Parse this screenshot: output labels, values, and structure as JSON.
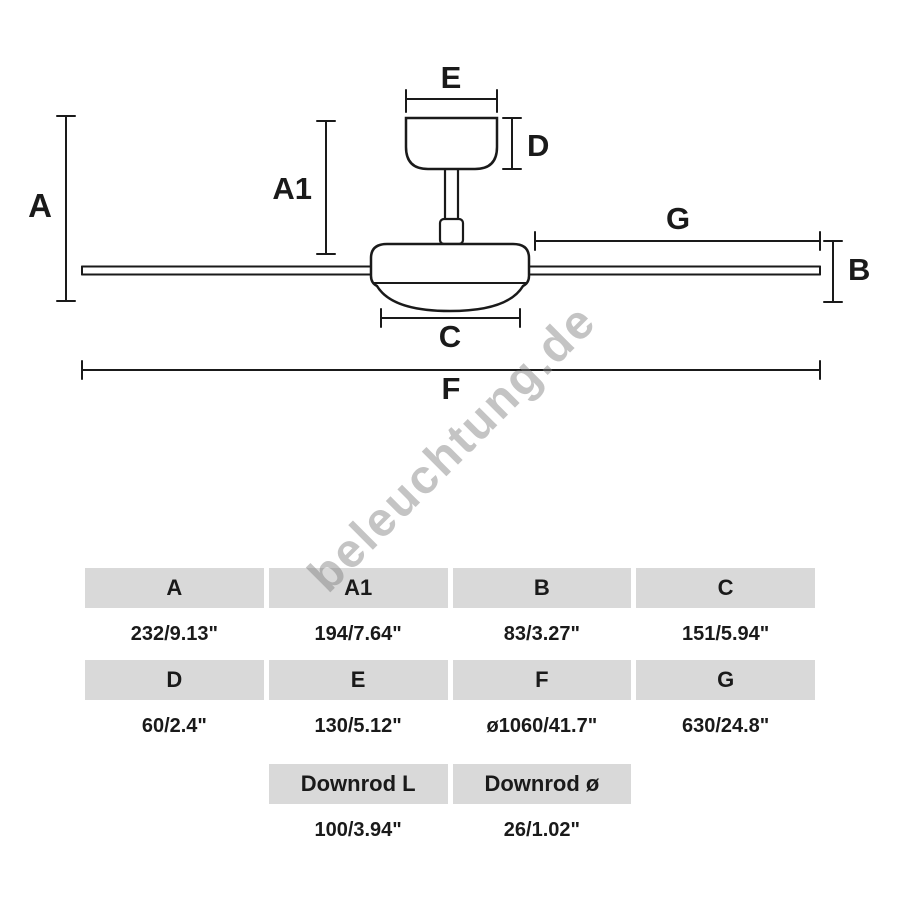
{
  "watermark": "beleuchtung.de",
  "diagram": {
    "dim_labels": {
      "A": "A",
      "A1": "A1",
      "B": "B",
      "C": "C",
      "D": "D",
      "E": "E",
      "F": "F",
      "G": "G"
    }
  },
  "table": {
    "rows": [
      {
        "type": "header",
        "cells": [
          "A",
          "A1",
          "B",
          "C"
        ]
      },
      {
        "type": "values",
        "cells": [
          "232/9.13\"",
          "194/7.64\"",
          "83/3.27\"",
          "151/5.94\""
        ]
      },
      {
        "type": "header",
        "cells": [
          "D",
          "E",
          "F",
          "G"
        ]
      },
      {
        "type": "values",
        "cells": [
          "60/2.4\"",
          "130/5.12\"",
          "ø1060/41.7\"",
          "630/24.8\""
        ]
      },
      {
        "type": "header",
        "cells": [
          "",
          "Downrod L",
          "Downrod ø",
          ""
        ]
      },
      {
        "type": "values",
        "cells": [
          "",
          "100/3.94\"",
          "26/1.02\"",
          ""
        ]
      }
    ]
  }
}
